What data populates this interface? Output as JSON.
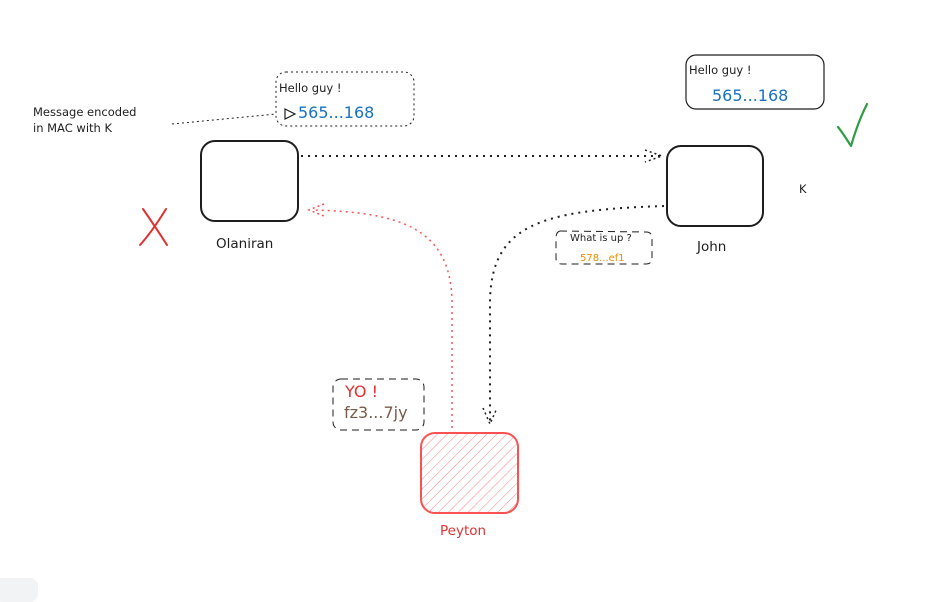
{
  "annotation": {
    "line1": "Message encoded",
    "line2": "in MAC with K"
  },
  "nodes": {
    "olaniran": "Olaniran",
    "john": "John",
    "peyton": "Peyton",
    "key_label": "K"
  },
  "messages": {
    "olaniran_sent": {
      "text": "Hello guy !",
      "mac": "565...168"
    },
    "john_received": {
      "text": "Hello guy !",
      "mac": "565...168"
    },
    "john_reply": {
      "text": "What is up ?",
      "mac": "578...ef1"
    },
    "peyton_forged": {
      "text": "YO !",
      "mac": "fz3...7jy"
    }
  },
  "marks": {
    "valid": "check-mark-icon",
    "invalid": "cross-mark-icon"
  },
  "colors": {
    "stroke": "#1e1e1e",
    "attacker": "#fa5252",
    "attacker_fill": "#ffc9c9",
    "valid": "#2f9e44",
    "invalid": "#e03131",
    "mac_blue": "#1971c2",
    "mac_orange": "#f08c00"
  }
}
